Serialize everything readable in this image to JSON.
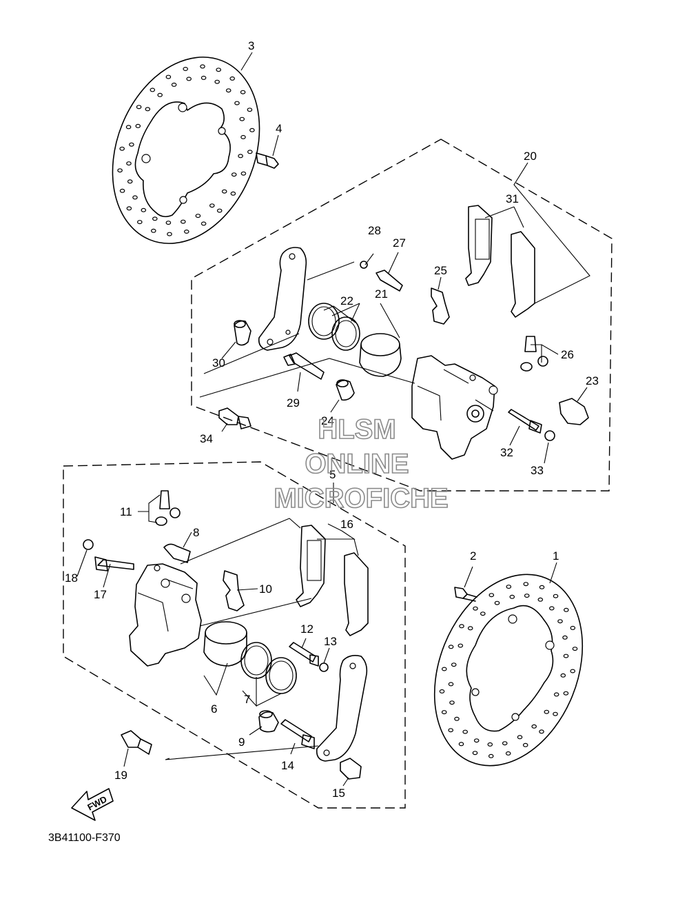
{
  "diagram": {
    "code": "3B41100-F370",
    "direction_label": "FWD",
    "watermark": [
      "HLSM",
      "ONLINE",
      "MICROFICHE"
    ],
    "parts": [
      {
        "id": "p1",
        "label": "1"
      },
      {
        "id": "p2",
        "label": "2"
      },
      {
        "id": "p3",
        "label": "3"
      },
      {
        "id": "p4",
        "label": "4"
      },
      {
        "id": "p5",
        "label": "5"
      },
      {
        "id": "p6",
        "label": "6"
      },
      {
        "id": "p7",
        "label": "7"
      },
      {
        "id": "p8",
        "label": "8"
      },
      {
        "id": "p9",
        "label": "9"
      },
      {
        "id": "p10",
        "label": "10"
      },
      {
        "id": "p11",
        "label": "11"
      },
      {
        "id": "p12",
        "label": "12"
      },
      {
        "id": "p13",
        "label": "13"
      },
      {
        "id": "p14",
        "label": "14"
      },
      {
        "id": "p15",
        "label": "15"
      },
      {
        "id": "p16",
        "label": "16"
      },
      {
        "id": "p17",
        "label": "17"
      },
      {
        "id": "p18",
        "label": "18"
      },
      {
        "id": "p19",
        "label": "19"
      },
      {
        "id": "p20",
        "label": "20"
      },
      {
        "id": "p21",
        "label": "21"
      },
      {
        "id": "p22",
        "label": "22"
      },
      {
        "id": "p23",
        "label": "23"
      },
      {
        "id": "p24",
        "label": "24"
      },
      {
        "id": "p25",
        "label": "25"
      },
      {
        "id": "p26",
        "label": "26"
      },
      {
        "id": "p27",
        "label": "27"
      },
      {
        "id": "p28",
        "label": "28"
      },
      {
        "id": "p29",
        "label": "29"
      },
      {
        "id": "p30",
        "label": "30"
      },
      {
        "id": "p31",
        "label": "31"
      },
      {
        "id": "p32",
        "label": "32"
      },
      {
        "id": "p33",
        "label": "33"
      },
      {
        "id": "p34",
        "label": "34"
      }
    ]
  }
}
